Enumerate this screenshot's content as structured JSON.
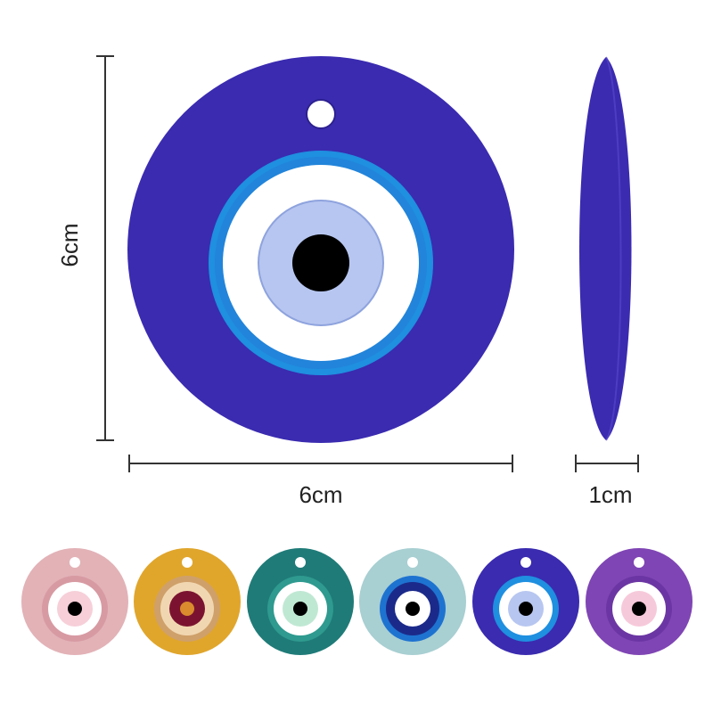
{
  "dimensions": {
    "height": "6cm",
    "width": "6cm",
    "thickness": "1cm"
  },
  "main_product": {
    "description_color": "#3a2bb0",
    "rings": [
      "#3a2bb0",
      "#1f8fe0",
      "#ffffff",
      "#b7c6f0",
      "#000000"
    ]
  },
  "variants": [
    {
      "name": "pink",
      "colors": [
        "#e2b2b7",
        "#d79aa3",
        "#ffffff",
        "#f6cfd9",
        "#000000"
      ]
    },
    {
      "name": "mustard",
      "colors": [
        "#e0a62c",
        "#cfa06a",
        "#f1d7b1",
        "#7b1330",
        "#d98b2d"
      ]
    },
    {
      "name": "teal",
      "colors": [
        "#1f7b78",
        "#2f9a8f",
        "#ffffff",
        "#bfe8d3",
        "#000000"
      ]
    },
    {
      "name": "light-blue",
      "colors": [
        "#a8cfd2",
        "#1e73d1",
        "#1b2a8a",
        "#ffffff",
        "#000000"
      ]
    },
    {
      "name": "royal-blue",
      "colors": [
        "#3a2bb0",
        "#1f8fe0",
        "#ffffff",
        "#b7c6f0",
        "#000000"
      ]
    },
    {
      "name": "purple",
      "colors": [
        "#7f45b4",
        "#6b36a3",
        "#ffffff",
        "#f6c9da",
        "#000000"
      ]
    }
  ]
}
